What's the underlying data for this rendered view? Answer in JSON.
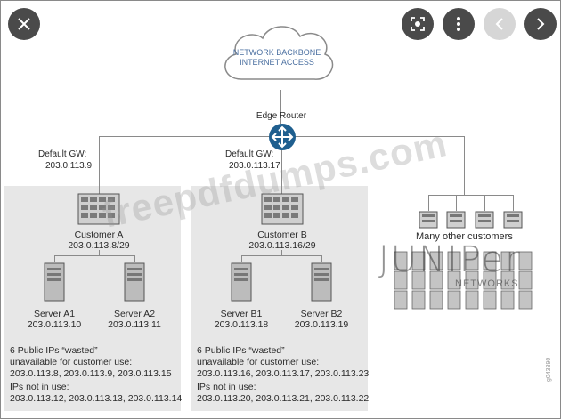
{
  "viewer": {
    "close_icon": "close-icon",
    "lens_icon": "lens-icon",
    "more_icon": "more-vert-icon",
    "prev_icon": "chevron-left-icon",
    "next_icon": "chevron-right-icon"
  },
  "diagram": {
    "cloud_line1": "NETWORK BACKBONE",
    "cloud_line2": "INTERNET ACCESS",
    "edge_router_label": "Edge Router",
    "left_gw_label": "Default GW:",
    "left_gw_ip": "203.0.113.9",
    "mid_gw_label": "Default GW:",
    "mid_gw_ip": "203.0.113.17",
    "customer_a": {
      "name": "Customer A",
      "subnet": "203.0.113.8/29",
      "servers": [
        {
          "name": "Server A1",
          "ip": "203.0.113.10"
        },
        {
          "name": "Server A2",
          "ip": "203.0.113.11"
        }
      ],
      "wasted_title": "6 Public IPs “wasted”",
      "wasted_line2": "unavailable for customer use:",
      "wasted_ips": "203.0.113.8, 203.0.113.9, 203.0.113.15",
      "unused_title": "IPs not in use:",
      "unused_ips": "203.0.113.12, 203.0.113.13, 203.0.113.14"
    },
    "customer_b": {
      "name": "Customer B",
      "subnet": "203.0.113.16/29",
      "servers": [
        {
          "name": "Server B1",
          "ip": "203.0.113.18"
        },
        {
          "name": "Server B2",
          "ip": "203.0.113.19"
        }
      ],
      "wasted_title": "6 Public IPs “wasted”",
      "wasted_line2": "unavailable for customer use:",
      "wasted_ips": "203.0.113.16, 203.0.113.17, 203.0.113.23",
      "unused_title": "IPs not in use:",
      "unused_ips": "203.0.113.20, 203.0.113.21, 203.0.113.22"
    },
    "many_customers_label": "Many other customers",
    "watermark": "freepdfdumps.com",
    "logo_word": "JUNIPer",
    "logo_sub": "NETWORKS",
    "copy_code": "g043390"
  },
  "colors": {
    "panel_bg": "#e7e7e7",
    "router_blue": "#1f5f8f",
    "line_gray": "#8a8a8a"
  }
}
